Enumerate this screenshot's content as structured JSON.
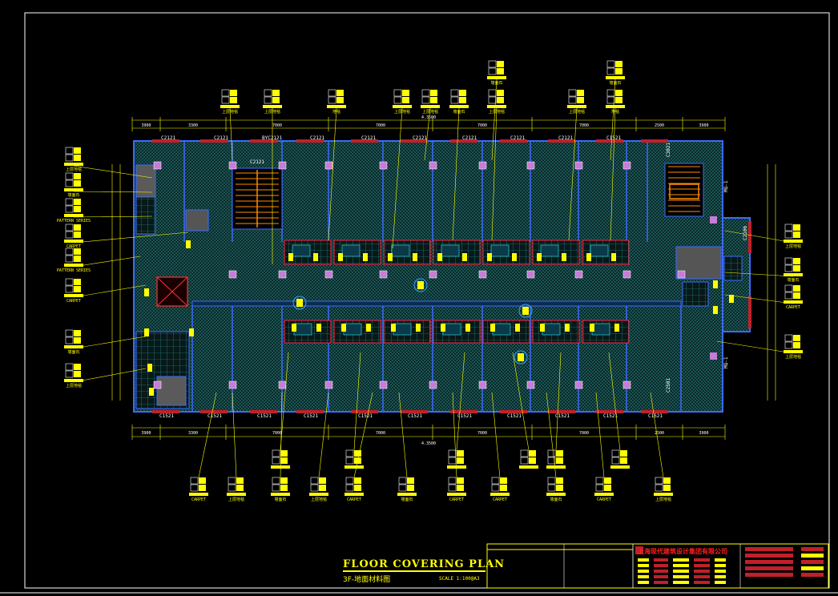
{
  "drawing": {
    "title": "FLOOR COVERING PLAN",
    "subtitle": "3F-地面材料图",
    "scale": "SCALE 1:100@A3"
  },
  "top_dimensions": [
    "3900",
    "3300",
    "7000",
    "7000",
    "7000",
    "7000",
    "2500",
    "3900"
  ],
  "top_total": "4.3500",
  "bottom_total": "4.3500",
  "top_windows": [
    "C2121",
    "C2121",
    "BYC2121",
    "C2121",
    "C2121",
    "C2121",
    "C2121",
    "C2121",
    "C2121",
    "C1521"
  ],
  "bottom_windows": [
    "C1521",
    "C1521",
    "C1521",
    "C1521",
    "C1521",
    "C1521",
    "C1521",
    "C1521",
    "C1521",
    "C1521",
    "C1521",
    "C1521"
  ],
  "stair_label": "C2121",
  "right_labels": [
    "MQ-1",
    "C2106",
    "MQ-1",
    "C3021",
    "C2501"
  ],
  "tags": {
    "top_labels": [
      "上层地毯",
      "上层地毯",
      "地毯",
      "上层地毯",
      "上层地毯",
      "墙面石"
    ],
    "bottom_labels": [
      "CARPET",
      "上层地毯",
      "墙面石",
      "上层地毯",
      "CARPET",
      "墙面石",
      "CARPET",
      "CARPET",
      "墙面石"
    ],
    "left_labels": [
      "上层地毯",
      "墙面石",
      "PATTERN SERIES",
      "CARPET",
      "PATTERN SERIES",
      "CARPET",
      "墙面石"
    ],
    "right_labels": [
      "上层地毯",
      "墙面石",
      "CARPET"
    ]
  },
  "company": "上海现代建筑设计集团有限公司"
}
